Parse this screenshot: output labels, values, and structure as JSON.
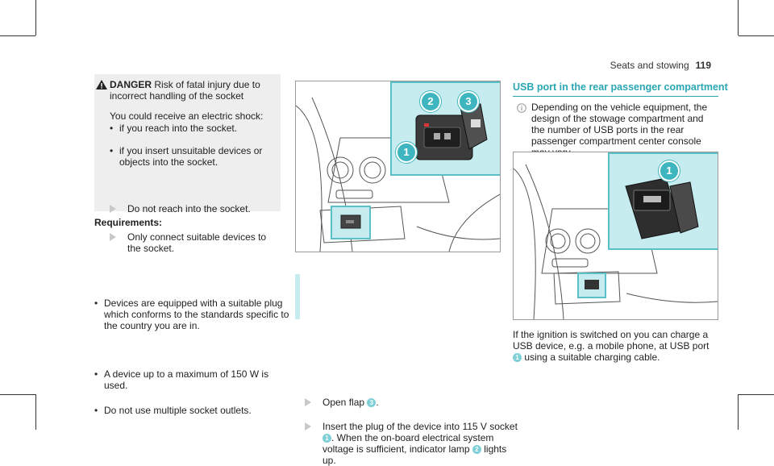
{
  "header": {
    "section": "Seats and stowing",
    "page": "119"
  },
  "danger": {
    "title": "DANGER",
    "text": "Risk of fatal injury due to incorrect handling of the socket",
    "intro": "You could receive an electric shock:",
    "bullets": [
      "if you reach into the socket.",
      "if you insert unsuitable devices or objects into the socket."
    ],
    "steps": [
      "Do not reach into the socket.",
      "Only connect suitable devices to the socket."
    ]
  },
  "requirements": {
    "title": "Requirements:",
    "bullets": [
      "Devices are equipped with a suitable plug which conforms to the standards specific to the country you are in.",
      "A device up to a maximum of 150 W is used.",
      "Do not use multiple socket outlets."
    ]
  },
  "instructions": {
    "step1_text": "Open flap",
    "step1_ref": "3",
    "step2_pre": "Insert the plug of the device into 115 V socket",
    "step2_ref1": "1",
    "step2_mid": "When the on-board electrical system voltage is sufficient, indicator lamp",
    "step2_ref2": "2",
    "step2_post": "lights up."
  },
  "figure1": {
    "callouts": [
      "1",
      "2",
      "3"
    ]
  },
  "usb": {
    "title": "USB port in the rear passenger compartment",
    "note": "Depending on the vehicle equipment, the design of the stowage compartment and the number of USB ports in the rear passenger compartment center console may vary.",
    "body_pre": "If the ignition is switched on you can charge a USB device, e.g. a mobile phone, at USB port",
    "body_ref": "1",
    "body_post": "using a suitable charging cable."
  },
  "figure2": {
    "callouts": [
      "1"
    ]
  },
  "colors": {
    "accent": "#2aa7b3",
    "inset": "#c6ecef",
    "danger_bg": "#eeeeee"
  }
}
